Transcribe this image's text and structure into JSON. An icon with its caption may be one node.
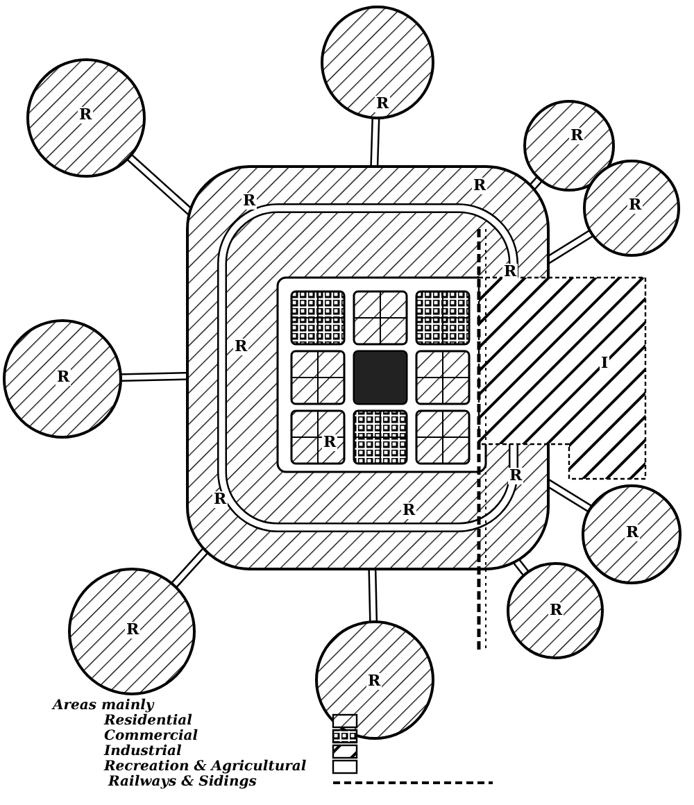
{
  "diagram": {
    "labels": [
      "R",
      "R",
      "R",
      "R",
      "R",
      "R",
      "R",
      "R",
      "R",
      "R",
      "R",
      "R",
      "R",
      "R",
      "R",
      "R",
      "R",
      "I",
      "Areas mainly"
    ],
    "legend": [
      {
        "text": "Residential"
      },
      {
        "text": "Commercial"
      },
      {
        "text": "Industrial"
      },
      {
        "text": "Recreation & Agricultural"
      },
      {
        "text": "Railways & Sidings"
      }
    ]
  }
}
